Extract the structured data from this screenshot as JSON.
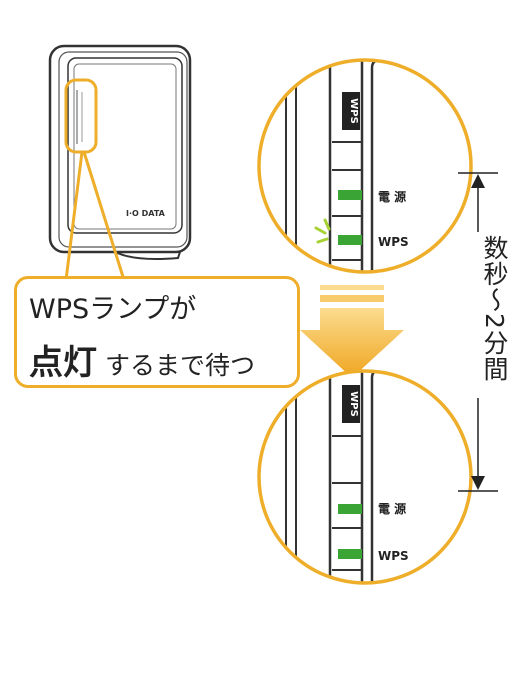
{
  "device": {
    "brand_logo": "I·O DATA"
  },
  "zoom_top": {
    "button_label": "WPS",
    "power_led_label": "電 源",
    "wps_led_label": "WPS"
  },
  "zoom_bottom": {
    "button_label": "WPS",
    "power_led_label": "電 源",
    "wps_led_label": "WPS"
  },
  "callout": {
    "line1": "WPSランプが",
    "line2_bold": "点灯",
    "line2_rest": "するまで待つ"
  },
  "duration_label": "数秒～2分間",
  "colors": {
    "accent_orange": "#eeae2a",
    "led_green": "#3aa535",
    "blink_yellow_green": "#a6d233"
  },
  "icons": [
    "blink-rays-icon",
    "down-arrow-icon",
    "dimension-arrow-icon"
  ]
}
